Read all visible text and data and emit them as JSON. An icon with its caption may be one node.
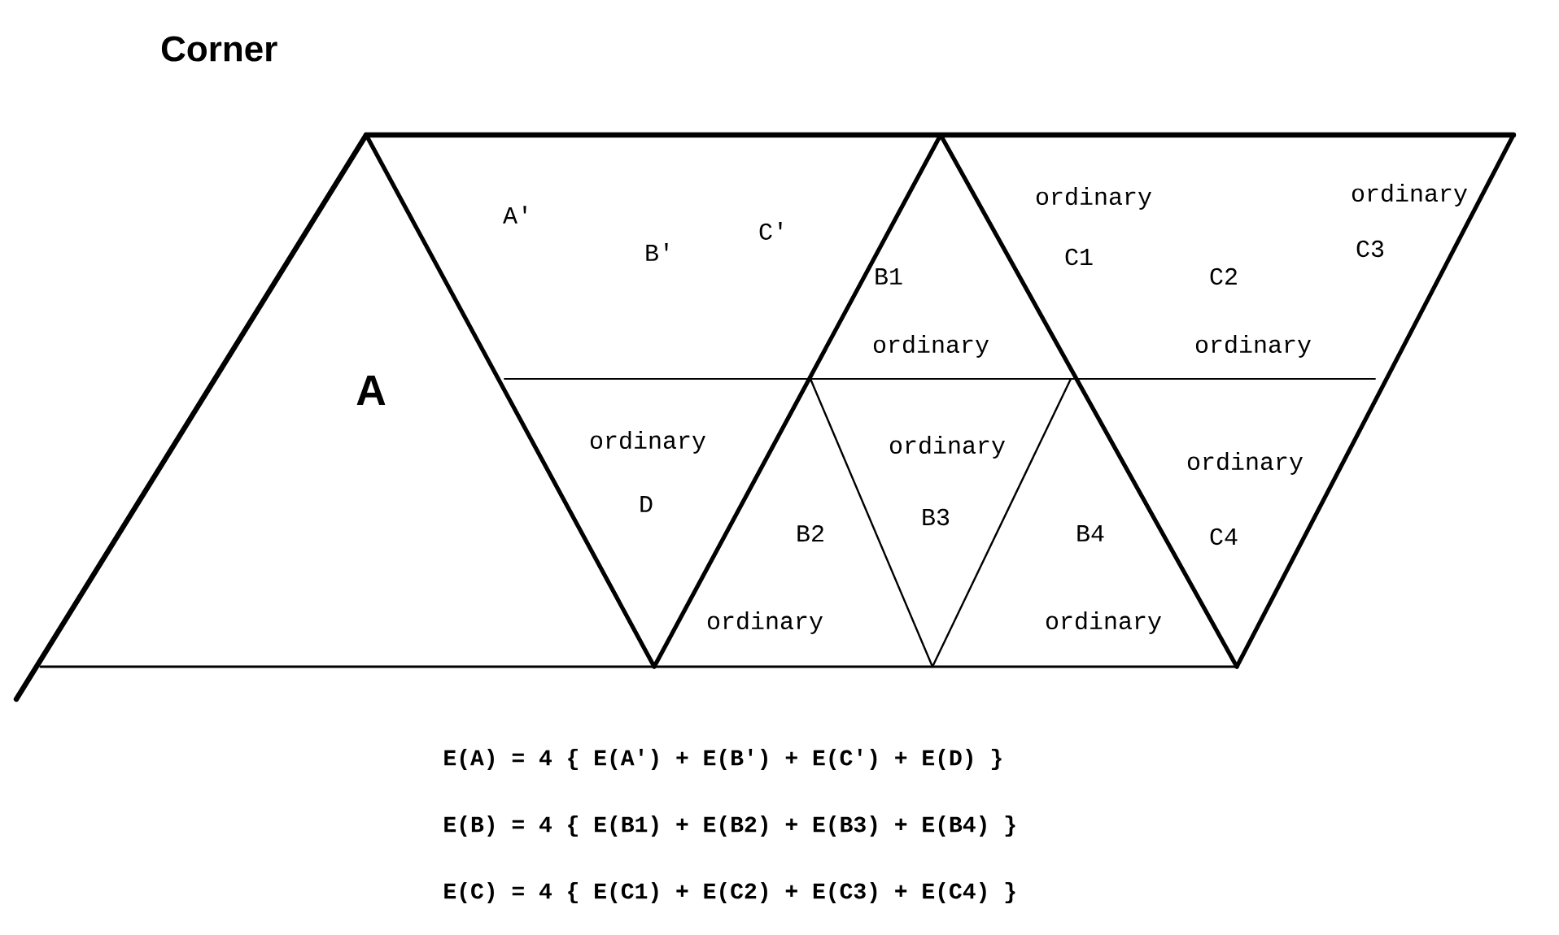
{
  "diagram": {
    "title": "Corner",
    "labels": [
      "A′",
      "C′",
      "ordinary",
      "ordinary",
      "B′",
      "B1",
      "C1",
      "C2",
      "C3",
      "ordinary",
      "ordinary",
      "A",
      "ordinary",
      "ordinary",
      "ordinary",
      "D",
      "B2",
      "B3",
      "B4",
      "C4",
      "ordinary",
      "ordinary",
      "E(A) = 4 { E(A′) + E(B′) + E(C′) + E(D) }",
      "E(B) = 4 { E(B1) + E(B2) + E(B3) + E(B4) }",
      "E(C) = 4 { E(C1) + E(C2) + E(C3) + E(C4) }"
    ]
  }
}
